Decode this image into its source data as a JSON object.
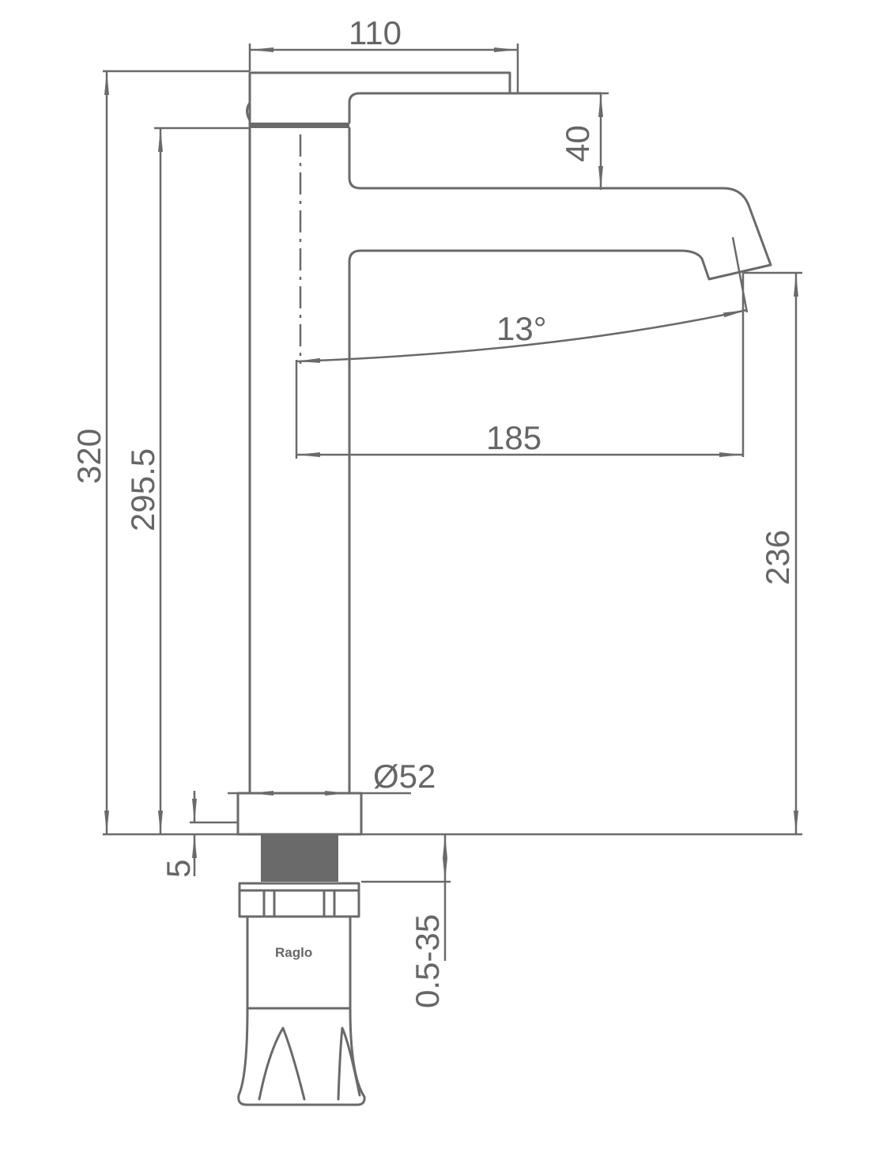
{
  "drawing": {
    "dimensions": {
      "lever_width": "110",
      "lever_height": "40",
      "total_height": "320",
      "spout_height_total": "295.5",
      "spout_clearance": "236",
      "spout_reach": "185",
      "spout_angle": "13°",
      "base_diameter": "Ø52",
      "base_thickness": "5",
      "mounting_range": "0.5-35"
    },
    "logo": "Raglo",
    "line_color": "#6a6a6a"
  }
}
